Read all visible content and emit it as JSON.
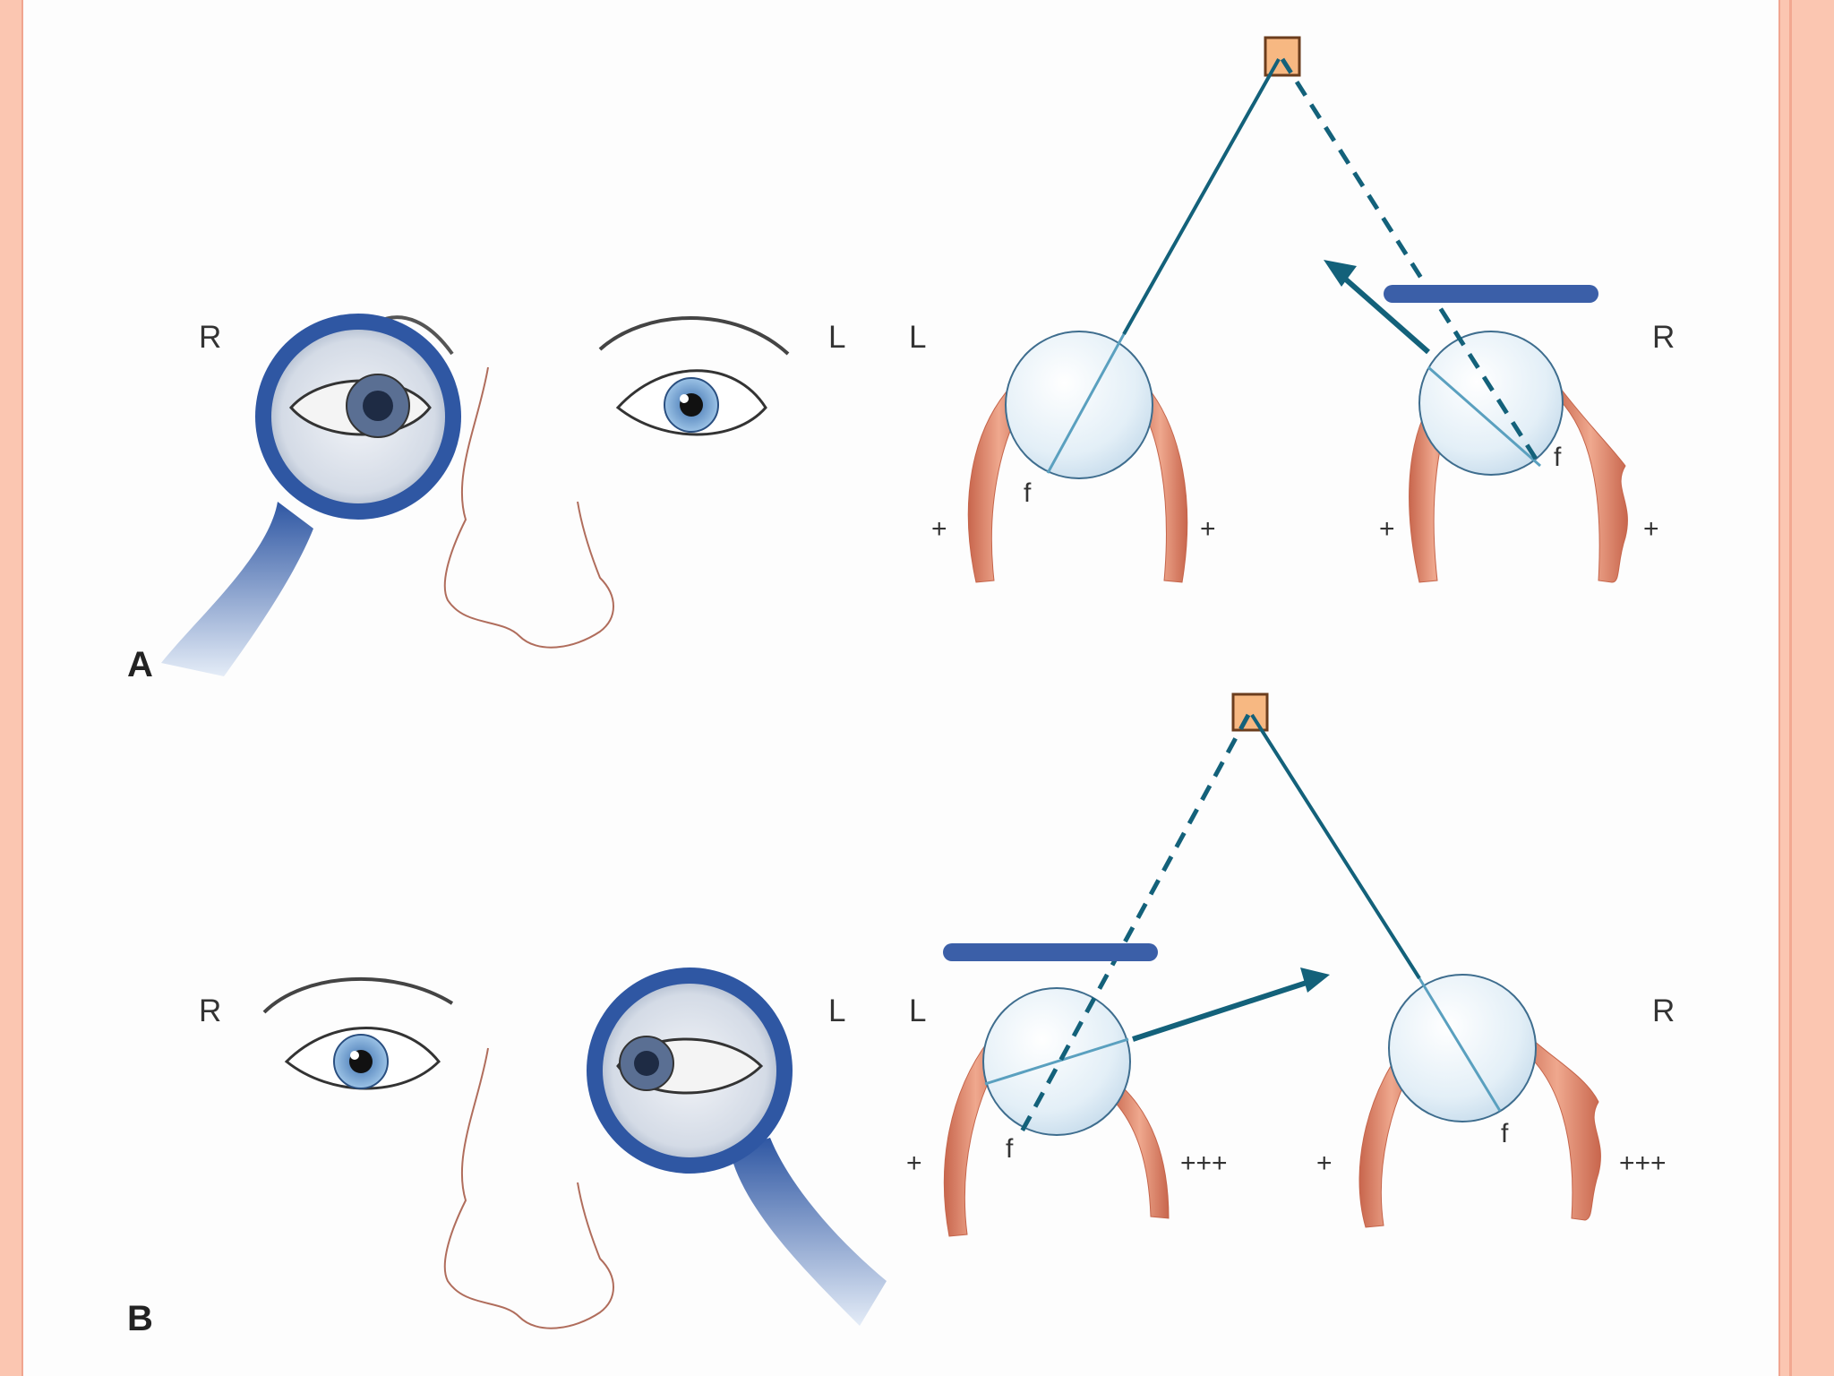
{
  "panels": [
    {
      "letter": "A",
      "face_left_label": "R",
      "face_right_label": "L",
      "schematic_left_label": "L",
      "schematic_right_label": "R",
      "left_eye": {
        "fovea_label": "f",
        "muscle_left": "+",
        "muscle_right": "+"
      },
      "right_eye": {
        "fovea_label": "f",
        "muscle_left": "+",
        "muscle_right": "+"
      }
    },
    {
      "letter": "B",
      "face_left_label": "R",
      "face_right_label": "L",
      "schematic_left_label": "L",
      "schematic_right_label": "R",
      "left_eye": {
        "fovea_label": "f",
        "muscle_left": "+",
        "muscle_right": "+++"
      },
      "right_eye": {
        "fovea_label": "f",
        "muscle_left": "+",
        "muscle_right": "+++"
      }
    }
  ],
  "colors": {
    "line": "#13617a",
    "occluder": "#3b5fa8",
    "muscle": "#dd8e74",
    "globe": "#e6f1f8",
    "target": "#f7b882",
    "magnifier": "#2f57a3"
  }
}
